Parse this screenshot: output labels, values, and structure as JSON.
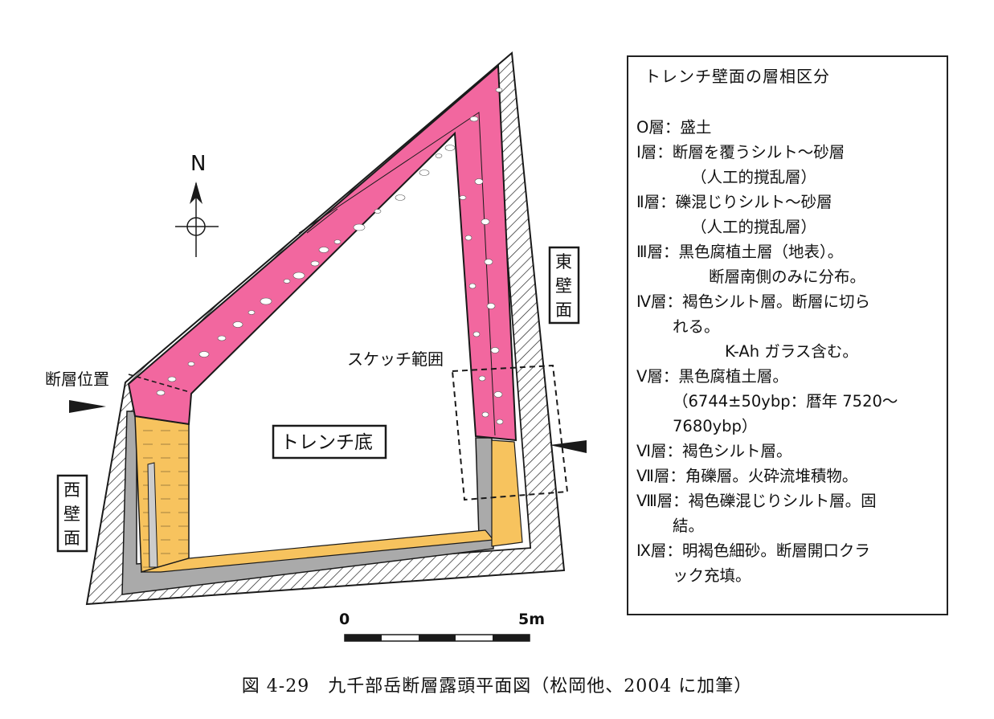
{
  "figure": {
    "north_label": "N",
    "fault_label": "断層位置",
    "sketch_range_label": "スケッチ範囲",
    "trench_floor_label": "トレンチ底",
    "west_wall_label": [
      "西",
      "壁",
      "面"
    ],
    "east_wall_label": [
      "東",
      "壁",
      "面"
    ],
    "scale": {
      "start_label": "0",
      "end_label": "5m",
      "segments": 5
    }
  },
  "legend": {
    "title": "トレンチ壁面の層相区分",
    "items": [
      {
        "id": "layer-0",
        "lines": [
          "O層：盛土"
        ],
        "color": "#ffffff"
      },
      {
        "id": "layer-1",
        "lines": [
          "Ⅰ層：断層を覆うシルト～砂層",
          "（人工的撹乱層）"
        ],
        "color": "#f2679f"
      },
      {
        "id": "layer-2",
        "lines": [
          "Ⅱ層：礫混じりシルト～砂層",
          "（人工的撹乱層）"
        ],
        "color": "#f2679f"
      },
      {
        "id": "layer-3",
        "lines": [
          "Ⅲ層：黒色腐植土層（地表）。",
          "断層南側のみに分布。"
        ],
        "color": "#ffffff"
      },
      {
        "id": "layer-4",
        "lines": [
          "Ⅳ層：褐色シルト層。断層に切ら",
          "れる。",
          "K-Ah ガラス含む。"
        ],
        "color": "#f7c35e"
      },
      {
        "id": "layer-5",
        "lines": [
          "Ⅴ層：黒色腐植土層。",
          "（6744±50ybp：暦年 7520～",
          "7680ybp）"
        ],
        "color": "#ffffff"
      },
      {
        "id": "layer-6",
        "lines": [
          "Ⅵ層：褐色シルト層。"
        ],
        "color": "#ffffff"
      },
      {
        "id": "layer-7",
        "lines": [
          "Ⅶ層：角礫層。火砕流堆積物。"
        ],
        "color": "#aaaaaa"
      },
      {
        "id": "layer-8",
        "lines": [
          "Ⅷ層：褐色礫混じりシルト層。固",
          "結。"
        ],
        "color": "#ffffff"
      },
      {
        "id": "layer-9",
        "lines": [
          "Ⅸ層：明褐色細砂。断層開口クラ",
          "ック充填。"
        ],
        "color": "#ffffff"
      }
    ]
  },
  "caption": "図 4-29　九千部岳断層露頭平面図（松岡他、2004 に加筆）",
  "colors": {
    "pink_layer": "#f2679f",
    "yellow_layer": "#f7c35e",
    "gray_layer": "#aaaaaa",
    "outline": "#1a1a1a"
  }
}
